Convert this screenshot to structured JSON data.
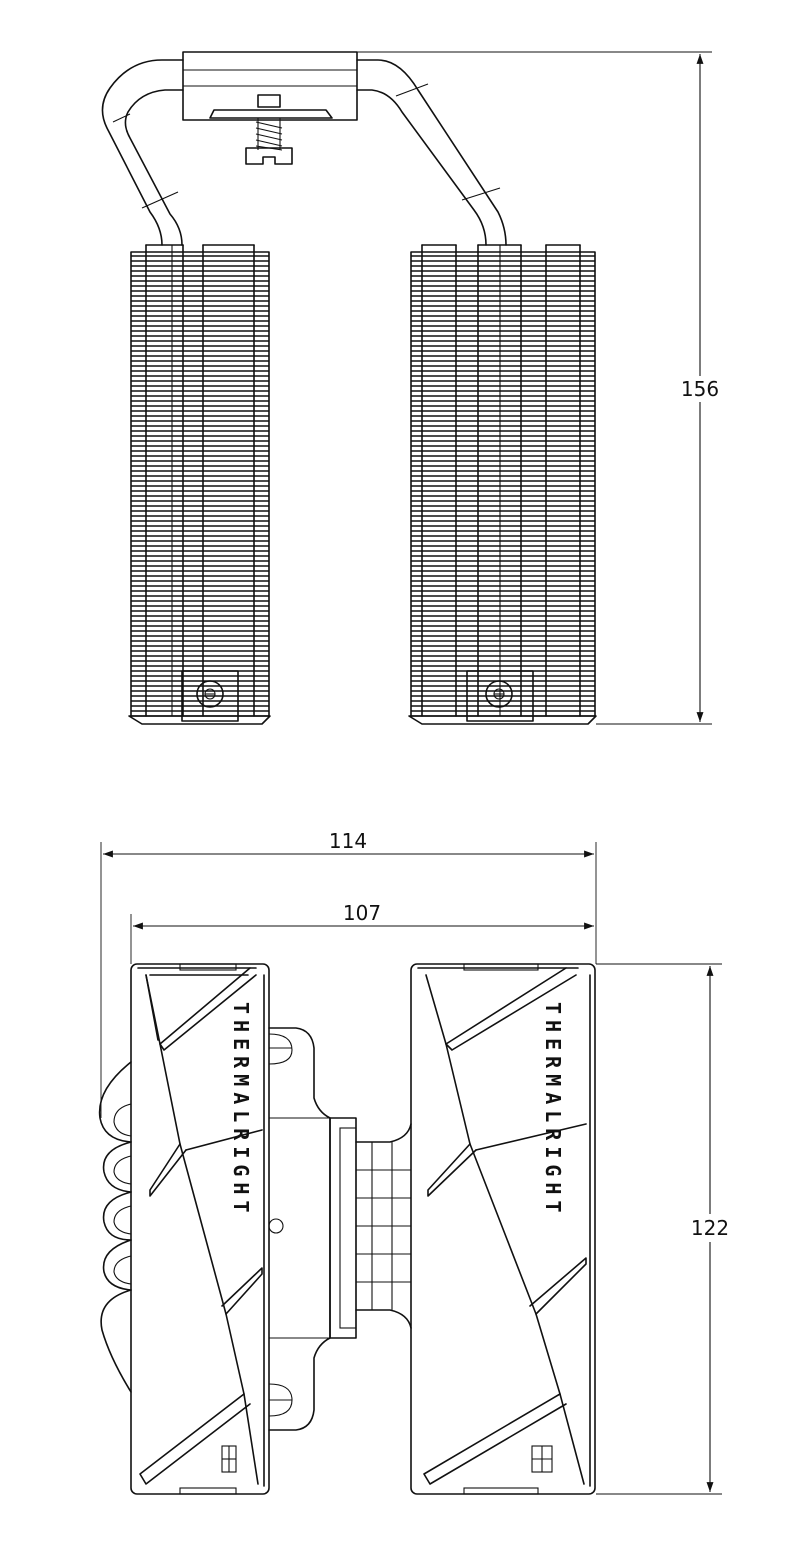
{
  "dimensions": {
    "height_front": "156",
    "overall_width": "114",
    "fin_width": "107",
    "depth": "122"
  },
  "branding": {
    "text": "THERMALRIGHT"
  }
}
